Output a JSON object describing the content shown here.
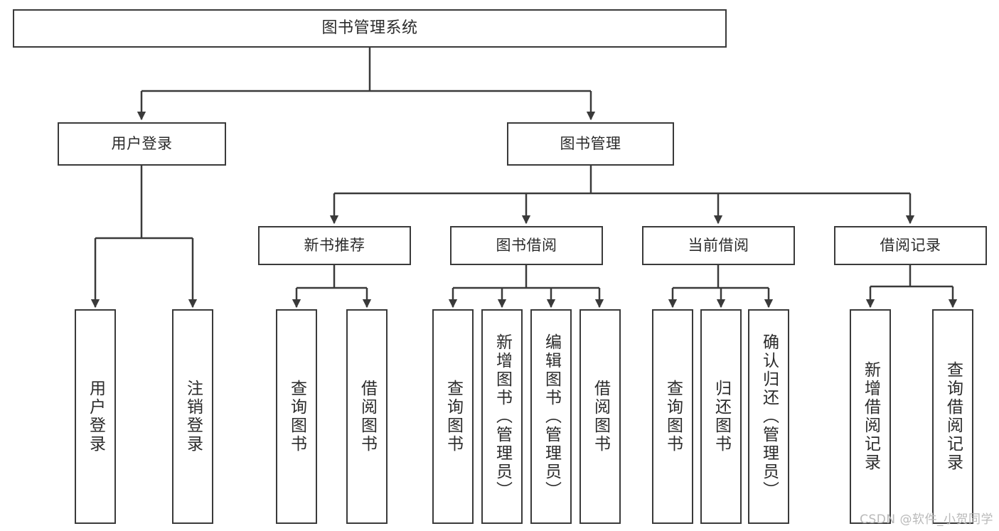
{
  "diagram": {
    "type": "tree-flowchart",
    "title": "图书管理系统",
    "watermark": "CSDN @软件_小贺同学",
    "colors": {
      "box_border": "#3a3a3a",
      "box_fill": "#ffffff",
      "connector": "#3a3a3a",
      "text": "#2b2b2b",
      "watermark": "#b9b9b9",
      "background": "#ffffff"
    },
    "nodes": {
      "root": {
        "label": "图书管理系统"
      },
      "level1": [
        {
          "id": "user-login",
          "label": "用户登录"
        },
        {
          "id": "book-manage",
          "label": "图书管理"
        }
      ],
      "level2": [
        {
          "id": "new-book-recommend",
          "label": "新书推荐"
        },
        {
          "id": "book-borrow",
          "label": "图书借阅"
        },
        {
          "id": "current-borrow",
          "label": "当前借阅"
        },
        {
          "id": "borrow-record",
          "label": "借阅记录"
        }
      ],
      "leaves": {
        "user_login": [
          {
            "id": "do-user-login",
            "label": "用户登录"
          },
          {
            "id": "logout",
            "label": "注销登录"
          }
        ],
        "new_book_recommend": [
          {
            "id": "query-book-1",
            "label": "查询图书"
          },
          {
            "id": "borrow-book-1",
            "label": "借阅图书"
          }
        ],
        "book_borrow": [
          {
            "id": "query-book-2",
            "label": "查询图书"
          },
          {
            "id": "add-book",
            "label": "新增图书（管理员）"
          },
          {
            "id": "edit-book",
            "label": "编辑图书（管理员）"
          },
          {
            "id": "borrow-book-2",
            "label": "借阅图书"
          }
        ],
        "current_borrow": [
          {
            "id": "query-book-3",
            "label": "查询图书"
          },
          {
            "id": "return-book",
            "label": "归还图书"
          },
          {
            "id": "confirm-return",
            "label": "确认归还（管理员）"
          }
        ],
        "borrow_record": [
          {
            "id": "add-borrow-record",
            "label": "新增借阅记录"
          },
          {
            "id": "query-borrow-record",
            "label": "查询借阅记录"
          }
        ]
      }
    },
    "edges": [
      {
        "from": "root",
        "to": "user-login"
      },
      {
        "from": "root",
        "to": "book-manage"
      },
      {
        "from": "user-login",
        "to": "do-user-login"
      },
      {
        "from": "user-login",
        "to": "logout"
      },
      {
        "from": "book-manage",
        "to": "new-book-recommend"
      },
      {
        "from": "book-manage",
        "to": "book-borrow"
      },
      {
        "from": "book-manage",
        "to": "current-borrow"
      },
      {
        "from": "book-manage",
        "to": "borrow-record"
      },
      {
        "from": "new-book-recommend",
        "to": "query-book-1"
      },
      {
        "from": "new-book-recommend",
        "to": "borrow-book-1"
      },
      {
        "from": "book-borrow",
        "to": "query-book-2"
      },
      {
        "from": "book-borrow",
        "to": "add-book"
      },
      {
        "from": "book-borrow",
        "to": "edit-book"
      },
      {
        "from": "book-borrow",
        "to": "borrow-book-2"
      },
      {
        "from": "current-borrow",
        "to": "query-book-3"
      },
      {
        "from": "current-borrow",
        "to": "return-book"
      },
      {
        "from": "current-borrow",
        "to": "confirm-return"
      },
      {
        "from": "borrow-record",
        "to": "add-borrow-record"
      },
      {
        "from": "borrow-record",
        "to": "query-borrow-record"
      }
    ]
  }
}
